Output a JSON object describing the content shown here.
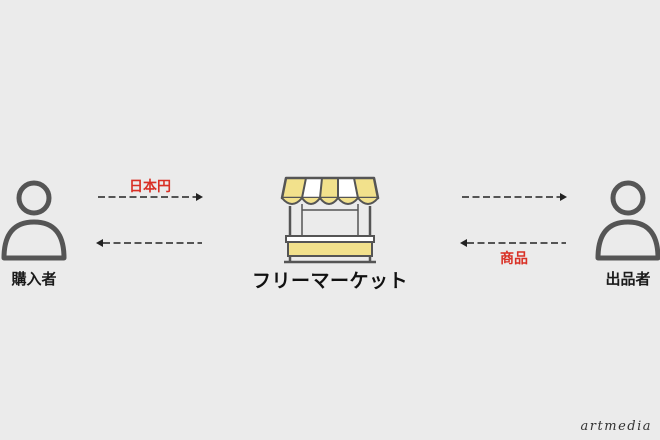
{
  "nodes": {
    "buyer": {
      "label": "購入者",
      "icon": "person-icon"
    },
    "market": {
      "label": "フリーマーケット",
      "icon": "market-stall-icon"
    },
    "seller": {
      "label": "出品者",
      "icon": "person-icon"
    }
  },
  "flows": {
    "payment": {
      "label": "日本円"
    },
    "goods": {
      "label": "商品"
    }
  },
  "colors": {
    "background": "#ebebeb",
    "outline": "#555555",
    "accent_red": "#d93025",
    "awning_yellow": "#f2e18c"
  },
  "brand": "artmedia"
}
